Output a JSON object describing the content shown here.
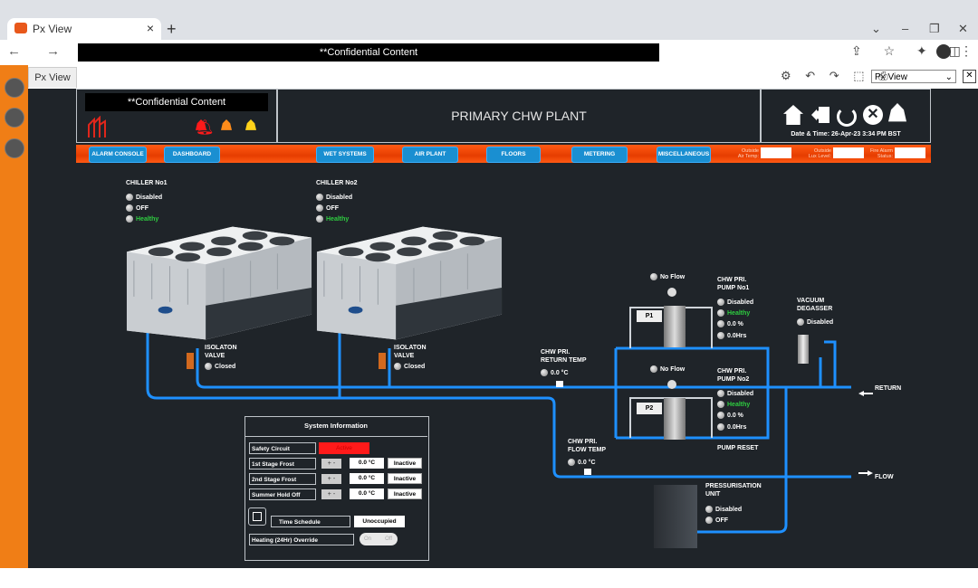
{
  "browser": {
    "tab_title": "Px View",
    "tab_close": "×",
    "new_tab": "+",
    "address": "**Confidential Content",
    "nav_glyphs": "← → C",
    "right_glyphs": "⇪ ☆ ✦ ◫",
    "menu": "⋮",
    "window_controls": [
      "⌄",
      "–",
      "❐",
      "✕"
    ]
  },
  "app": {
    "tab_label": "Px View",
    "tool_glyphs": "⚙ ↶ ↷ ⬚ ⎙",
    "view_select": "Px View",
    "close": "✕"
  },
  "header": {
    "confidential": "**Confidential Content",
    "title": "PRIMARY CHW PLANT",
    "datetime": "Date & Time:   26-Apr-23 3:34 PM BST"
  },
  "nav": {
    "buttons": [
      "ALARM CONSOLE",
      "DASHBOARD",
      "WET SYSTEMS",
      "AIR PLANT",
      "FLOORS",
      "METERING",
      "MISCELLANEOUS"
    ],
    "outside_air_label_1": "Outside",
    "outside_air_label_2": "Air Temp:",
    "outside_lux_label_1": "Outside",
    "outside_lux_label_2": "Lux Level:",
    "fire_alarm_label_1": "Fire Alarm",
    "fire_alarm_label_2": "Status:"
  },
  "chiller1": {
    "title": "CHILLER No1",
    "s1": "Disabled",
    "s2": "OFF",
    "s3": "Healthy"
  },
  "chiller2": {
    "title": "CHILLER No2",
    "s1": "Disabled",
    "s2": "OFF",
    "s3": "Healthy"
  },
  "valve1": {
    "l1": "ISOLATON",
    "l2": "VALVE",
    "state": "Closed"
  },
  "valve2": {
    "l1": "ISOLATON",
    "l2": "VALVE",
    "state": "Closed"
  },
  "return_temp": {
    "l1": "CHW PRI.",
    "l2": "RETURN TEMP",
    "value": "0.0 °C"
  },
  "flow_temp": {
    "l1": "CHW PRI.",
    "l2": "FLOW TEMP",
    "value": "0.0 °C"
  },
  "pump1": {
    "flow": "No Flow",
    "l1": "CHW PRI.",
    "l2": "PUMP No1",
    "s1": "Disabled",
    "s2": "Healthy",
    "s3": "0.0 %",
    "s4": "0.0Hrs",
    "tag": "P1"
  },
  "pump2": {
    "flow": "No Flow",
    "l1": "CHW PRI.",
    "l2": "PUMP No2",
    "s1": "Disabled",
    "s2": "Healthy",
    "s3": "0.0 %",
    "s4": "0.0Hrs",
    "tag": "P2"
  },
  "pump_reset": "PUMP RESET",
  "degasser": {
    "l1": "VACUUM",
    "l2": "DEGASSER",
    "state": "Disabled"
  },
  "pressurisation": {
    "l1": "PRESSURISATION",
    "l2": "UNIT",
    "s1": "Disabled",
    "s2": "OFF"
  },
  "pipes": {
    "return": "RETURN",
    "flow": "FLOW"
  },
  "system_info": {
    "title": "System Information",
    "safety_label": "Safety Circuit",
    "safety_value": "Active",
    "rows": [
      {
        "label": "1st Stage Frost",
        "value": "0.0 °C",
        "state": "Inactive"
      },
      {
        "label": "2nd Stage Frost",
        "value": "0.0 °C",
        "state": "Inactive"
      },
      {
        "label": "Summer Hold Off",
        "value": "0.0 °C",
        "state": "Inactive"
      }
    ],
    "plus": "+",
    "minus": "-",
    "schedule_label": "Time Schedule",
    "schedule_value": "Unoccupied",
    "override_label": "Heating (24Hr) Override",
    "toggle_left": "On",
    "toggle_right": "Off"
  },
  "colors": {
    "pipe": "#1e90ff",
    "nav_orange": "#ff5a14",
    "sidebar": "#f07e16",
    "alarm_red": "#ff1a1a",
    "healthy": "#2ecc40"
  }
}
